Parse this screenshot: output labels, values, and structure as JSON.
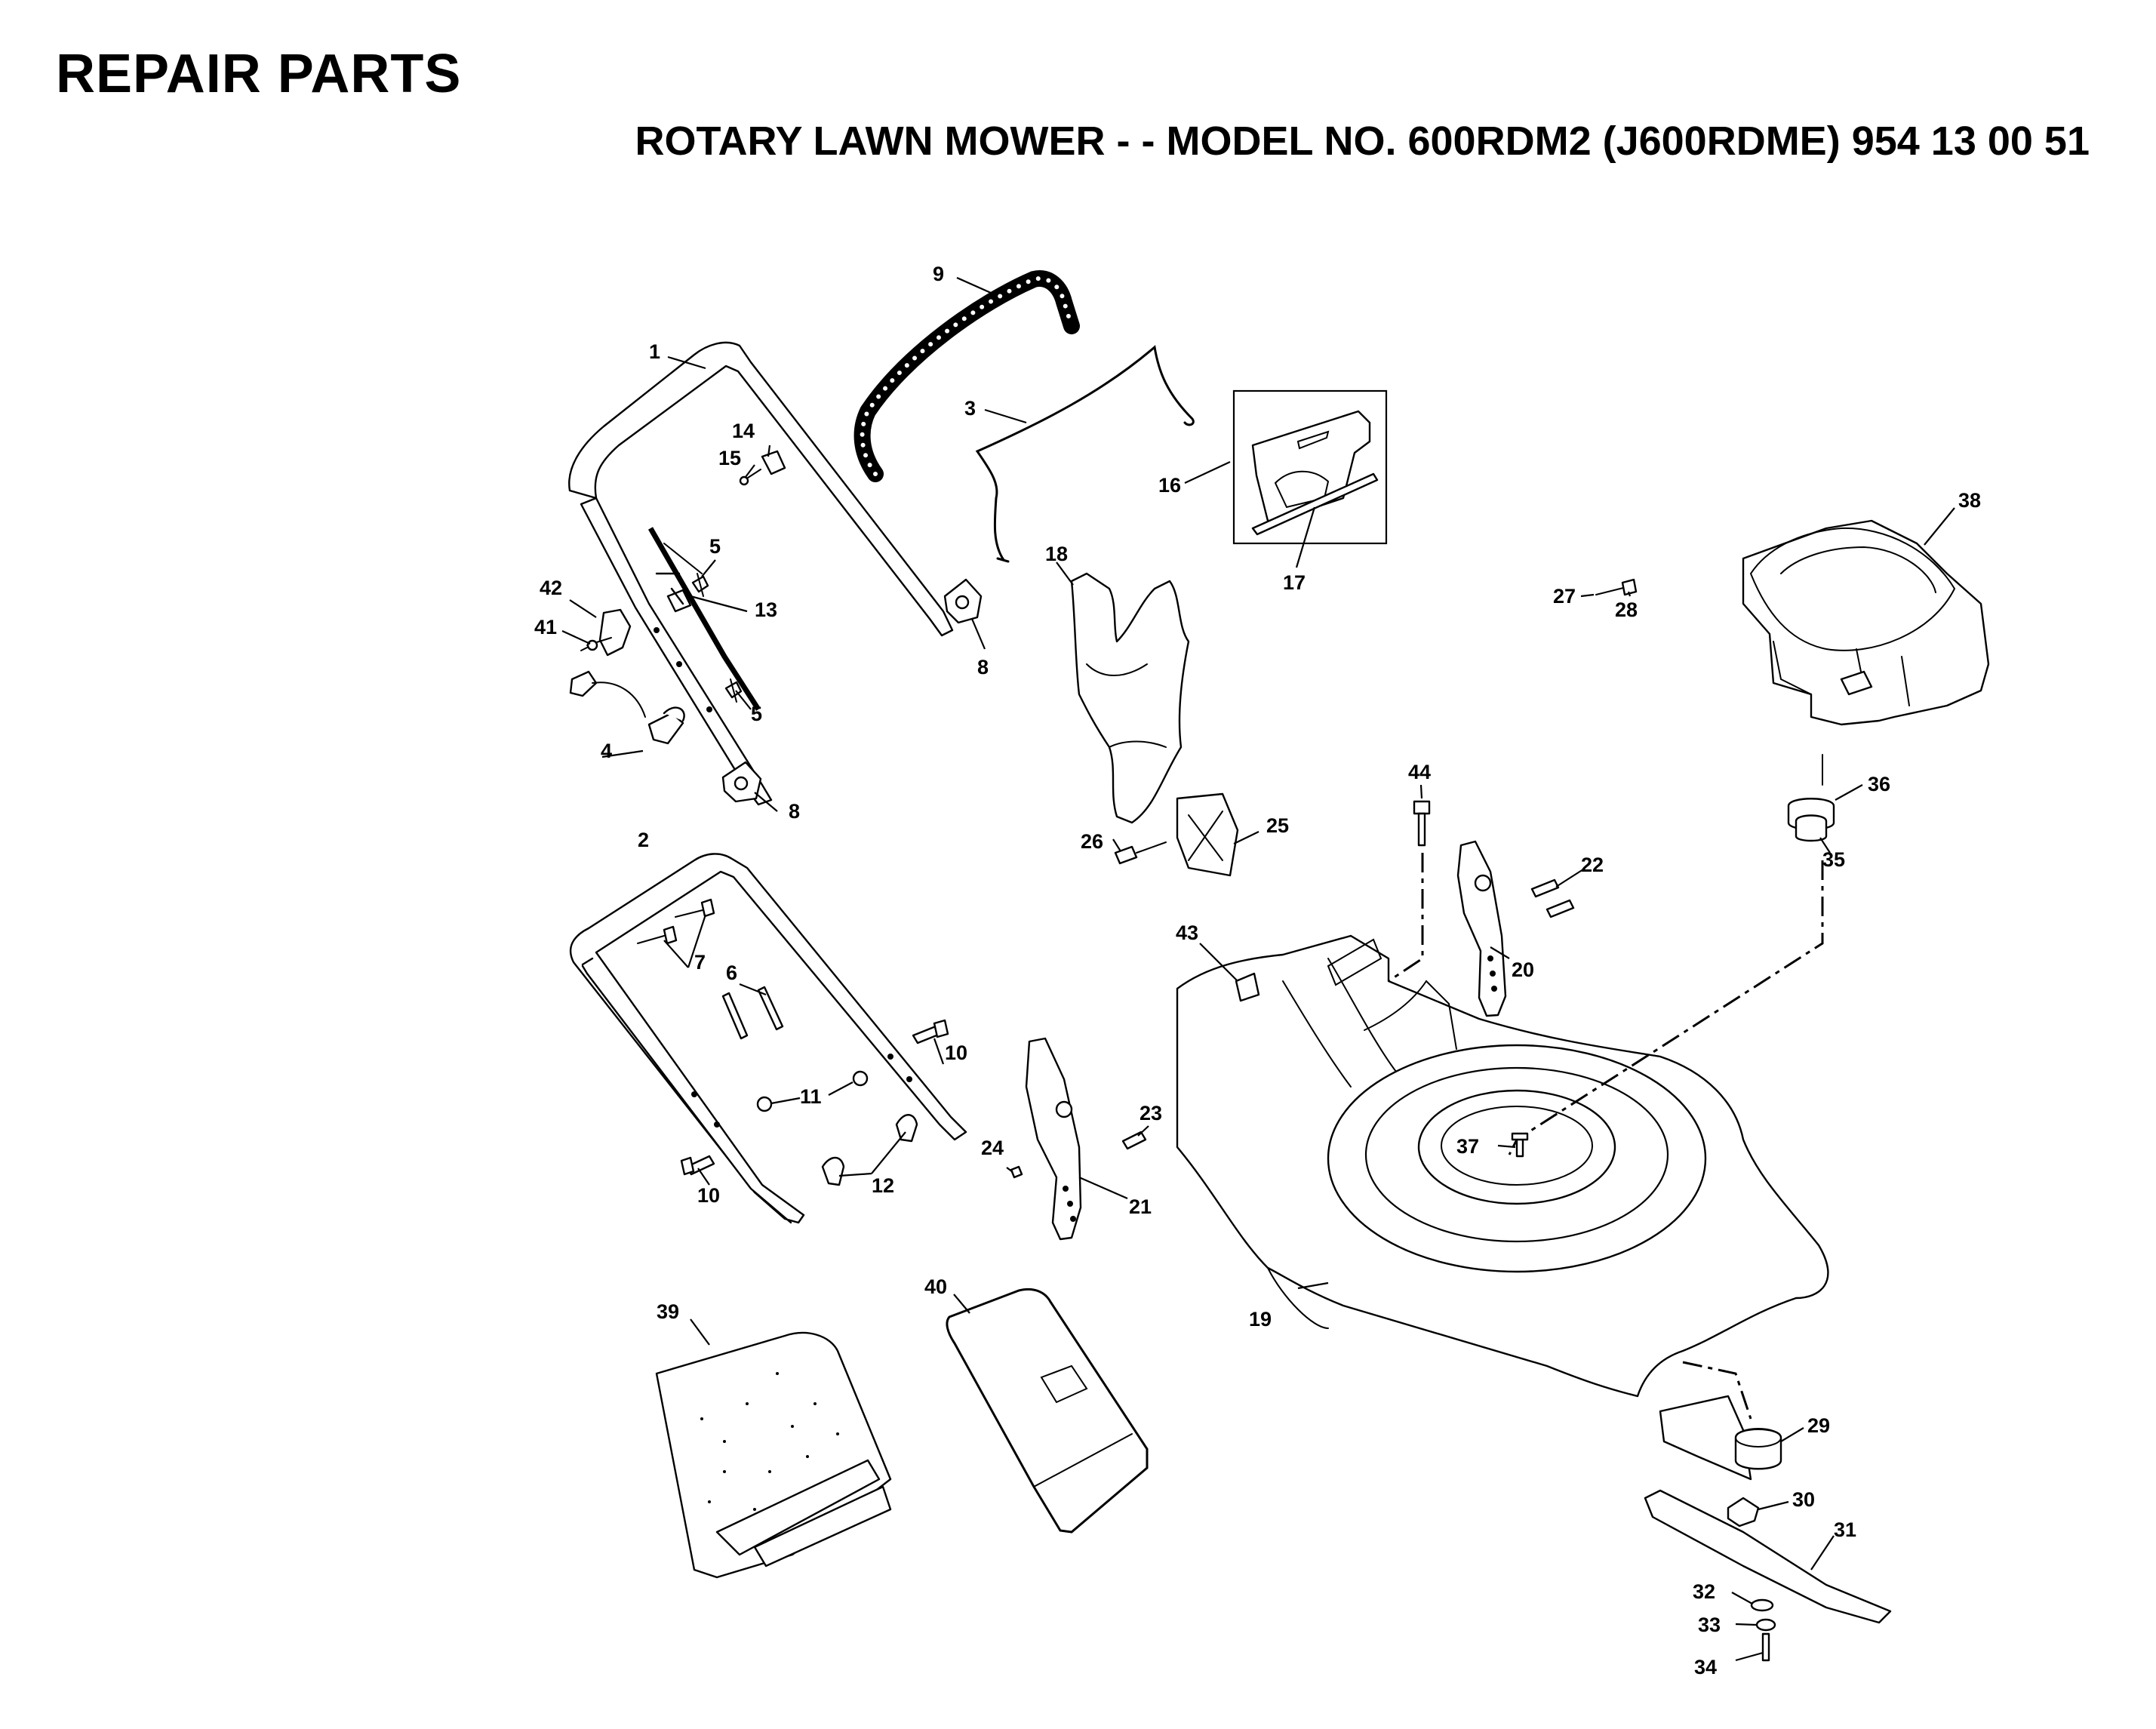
{
  "header": {
    "title": "REPAIR PARTS",
    "subtitle": "ROTARY LAWN MOWER - - MODEL NO. 600RDM2 (J600RDME) 954 13 00 51"
  },
  "callouts": {
    "c1": "1",
    "c2": "2",
    "c3": "3",
    "c4": "4",
    "c5a": "5",
    "c5b": "5",
    "c6": "6",
    "c7": "7",
    "c8a": "8",
    "c8b": "8",
    "c9": "9",
    "c10a": "10",
    "c10b": "10",
    "c11": "11",
    "c12": "12",
    "c13": "13",
    "c14": "14",
    "c15": "15",
    "c16": "16",
    "c17": "17",
    "c18": "18",
    "c19": "19",
    "c20": "20",
    "c21": "21",
    "c22": "22",
    "c23": "23",
    "c24": "24",
    "c25": "25",
    "c26": "26",
    "c27": "27",
    "c28": "28",
    "c29": "29",
    "c30": "30",
    "c31": "31",
    "c32": "32",
    "c33": "33",
    "c34": "34",
    "c35": "35",
    "c36": "36",
    "c37": "37",
    "c38": "38",
    "c39": "39",
    "c40": "40",
    "c41": "41",
    "c42": "42",
    "c43": "43",
    "c44": "44"
  }
}
